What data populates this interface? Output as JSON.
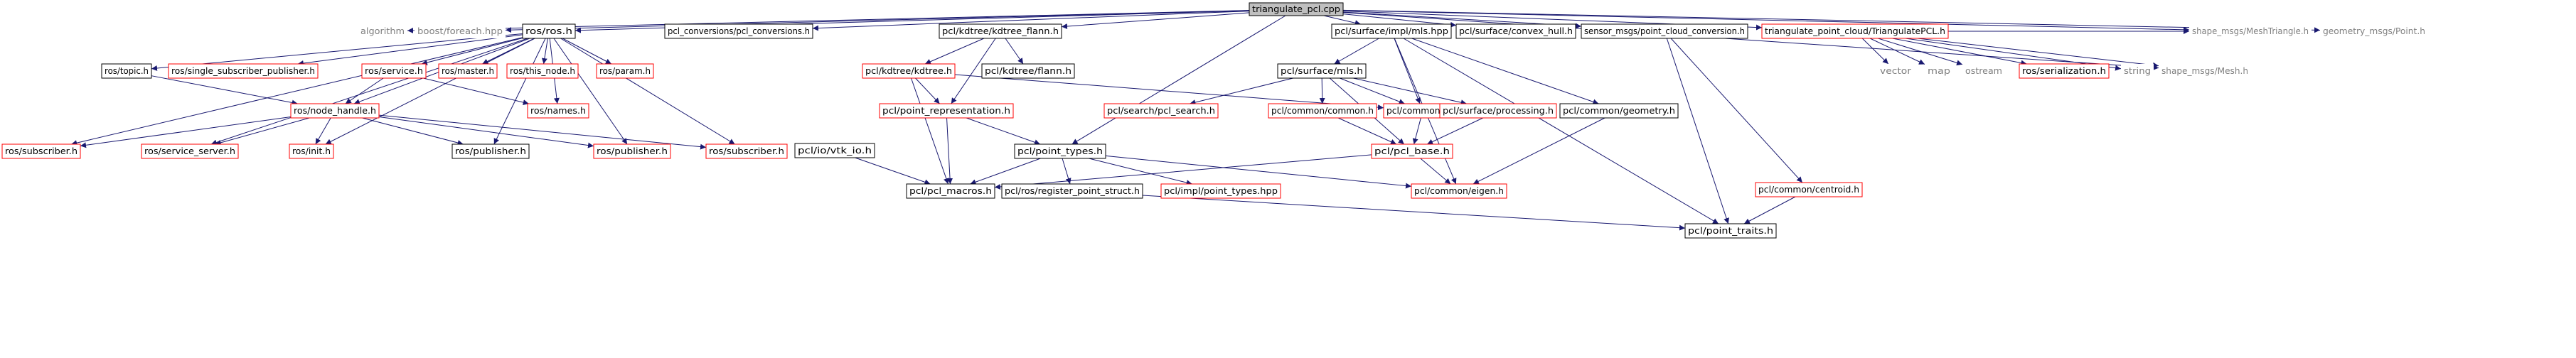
{
  "colors": {
    "edge": "#191970",
    "black_border": "#000000",
    "red_border": "#ff0000",
    "gray_border": "#bfbfbf",
    "root_fill": "#bfbfbf",
    "black_text": "#000000",
    "gray_text": "#7f7f7f"
  },
  "nodes": [
    {
      "id": "root",
      "label": "triangulate_pcl.cpp",
      "style": "root"
    },
    {
      "id": "algorithm",
      "label": "algorithm",
      "style": "gray"
    },
    {
      "id": "boost_foreach",
      "label": "boost/foreach.hpp",
      "style": "gray"
    },
    {
      "id": "ros_ros",
      "label": "ros/ros.h",
      "style": "black"
    },
    {
      "id": "pcl_conv",
      "label": "pcl_conversions/pcl_conversions.h",
      "style": "black"
    },
    {
      "id": "kdtree_flann",
      "label": "pcl/kdtree/kdtree_flann.h",
      "style": "black"
    },
    {
      "id": "mls_hpp",
      "label": "pcl/surface/impl/mls.hpp",
      "style": "black"
    },
    {
      "id": "convex_hull",
      "label": "pcl/surface/convex_hull.h",
      "style": "black"
    },
    {
      "id": "sensor_pc",
      "label": "sensor_msgs/point_cloud_conversion.h",
      "style": "black"
    },
    {
      "id": "tri_pcl_h",
      "label": "triangulate_point_cloud/TriangulatePCL.h",
      "style": "red"
    },
    {
      "id": "mesh_triangle",
      "label": "shape_msgs/MeshTriangle.h",
      "style": "gray"
    },
    {
      "id": "geometry_point",
      "label": "geometry_msgs/Point.h",
      "style": "gray"
    },
    {
      "id": "ros_topic",
      "label": "ros/topic.h",
      "style": "black"
    },
    {
      "id": "single_sub_pub",
      "label": "ros/single_subscriber_publisher.h",
      "style": "red"
    },
    {
      "id": "ros_service",
      "label": "ros/service.h",
      "style": "red"
    },
    {
      "id": "ros_master",
      "label": "ros/master.h",
      "style": "red"
    },
    {
      "id": "ros_this_node",
      "label": "ros/this_node.h",
      "style": "red"
    },
    {
      "id": "ros_param",
      "label": "ros/param.h",
      "style": "red"
    },
    {
      "id": "kdtree_kdtree",
      "label": "pcl/kdtree/kdtree.h",
      "style": "red"
    },
    {
      "id": "flann",
      "label": "pcl/kdtree/flann.h",
      "style": "black"
    },
    {
      "id": "mls_h",
      "label": "pcl/surface/mls.h",
      "style": "black"
    },
    {
      "id": "vector",
      "label": "vector",
      "style": "gray"
    },
    {
      "id": "map",
      "label": "map",
      "style": "gray"
    },
    {
      "id": "ostream",
      "label": "ostream",
      "style": "gray"
    },
    {
      "id": "serialization",
      "label": "ros/serialization.h",
      "style": "red"
    },
    {
      "id": "string",
      "label": "string",
      "style": "gray"
    },
    {
      "id": "shape_mesh",
      "label": "shape_msgs/Mesh.h",
      "style": "gray"
    },
    {
      "id": "node_handle",
      "label": "ros/node_handle.h",
      "style": "red"
    },
    {
      "id": "ros_names",
      "label": "ros/names.h",
      "style": "red"
    },
    {
      "id": "point_repr",
      "label": "pcl/point_representation.h",
      "style": "red"
    },
    {
      "id": "search",
      "label": "pcl/search/pcl_search.h",
      "style": "red"
    },
    {
      "id": "common_common",
      "label": "pcl/common/common.h",
      "style": "red"
    },
    {
      "id": "common_io",
      "label": "pcl/common/io.h",
      "style": "red"
    },
    {
      "id": "processing",
      "label": "pcl/surface/processing.h",
      "style": "red"
    },
    {
      "id": "geometry",
      "label": "pcl/common/geometry.h",
      "style": "black"
    },
    {
      "id": "vtk_io",
      "label": "pcl/io/vtk_io.h",
      "style": "black"
    },
    {
      "id": "ros_subscriber_l",
      "label": "ros/subscriber.h",
      "style": "red"
    },
    {
      "id": "service_server",
      "label": "ros/service_server.h",
      "style": "red"
    },
    {
      "id": "ros_init",
      "label": "ros/init.h",
      "style": "red"
    },
    {
      "id": "ros_publisher_b",
      "label": "ros/publisher.h",
      "style": "black"
    },
    {
      "id": "ros_publisher_r",
      "label": "ros/publisher.h",
      "style": "red"
    },
    {
      "id": "ros_subscriber_r",
      "label": "ros/subscriber.h",
      "style": "red"
    },
    {
      "id": "point_types",
      "label": "pcl/point_types.h",
      "style": "black"
    },
    {
      "id": "pcl_base",
      "label": "pcl/pcl_base.h",
      "style": "red"
    },
    {
      "id": "centroid",
      "label": "pcl/common/centroid.h",
      "style": "red"
    },
    {
      "id": "pcl_macros",
      "label": "pcl/pcl_macros.h",
      "style": "black"
    },
    {
      "id": "register_ps",
      "label": "pcl/ros/register_point_struct.h",
      "style": "black"
    },
    {
      "id": "impl_pt",
      "label": "pcl/impl/point_types.hpp",
      "style": "red"
    },
    {
      "id": "eigen",
      "label": "pcl/common/eigen.h",
      "style": "red"
    },
    {
      "id": "point_traits",
      "label": "pcl/point_traits.h",
      "style": "black"
    }
  ],
  "edges": [
    [
      "root",
      "algorithm"
    ],
    [
      "root",
      "boost_foreach"
    ],
    [
      "root",
      "ros_ros"
    ],
    [
      "root",
      "pcl_conv"
    ],
    [
      "root",
      "kdtree_flann"
    ],
    [
      "root",
      "mls_hpp"
    ],
    [
      "root",
      "convex_hull"
    ],
    [
      "root",
      "sensor_pc"
    ],
    [
      "root",
      "tri_pcl_h"
    ],
    [
      "root",
      "mesh_triangle"
    ],
    [
      "root",
      "geometry_point"
    ],
    [
      "root",
      "shape_mesh"
    ],
    [
      "root",
      "point_types"
    ],
    [
      "ros_ros",
      "ros_topic"
    ],
    [
      "ros_ros",
      "single_sub_pub"
    ],
    [
      "ros_ros",
      "ros_service"
    ],
    [
      "ros_ros",
      "ros_master"
    ],
    [
      "ros_ros",
      "ros_this_node"
    ],
    [
      "ros_ros",
      "ros_param"
    ],
    [
      "ros_ros",
      "node_handle"
    ],
    [
      "ros_ros",
      "ros_names"
    ],
    [
      "ros_ros",
      "ros_subscriber_l"
    ],
    [
      "ros_ros",
      "service_server"
    ],
    [
      "ros_ros",
      "ros_init"
    ],
    [
      "ros_ros",
      "ros_publisher_b"
    ],
    [
      "ros_ros",
      "ros_publisher_r"
    ],
    [
      "ros_ros",
      "ros_subscriber_r"
    ],
    [
      "ros_topic",
      "node_handle"
    ],
    [
      "ros_service",
      "node_handle"
    ],
    [
      "ros_service",
      "ros_names"
    ],
    [
      "node_handle",
      "ros_subscriber_l"
    ],
    [
      "node_handle",
      "service_server"
    ],
    [
      "node_handle",
      "ros_init"
    ],
    [
      "node_handle",
      "ros_publisher_b"
    ],
    [
      "node_handle",
      "ros_publisher_r"
    ],
    [
      "node_handle",
      "ros_subscriber_r"
    ],
    [
      "kdtree_flann",
      "kdtree_kdtree"
    ],
    [
      "kdtree_flann",
      "flann"
    ],
    [
      "kdtree_flann",
      "point_repr"
    ],
    [
      "kdtree_kdtree",
      "point_repr"
    ],
    [
      "kdtree_kdtree",
      "common_io"
    ],
    [
      "kdtree_kdtree",
      "pcl_macros"
    ],
    [
      "point_repr",
      "point_types"
    ],
    [
      "point_repr",
      "pcl_macros"
    ],
    [
      "mls_hpp",
      "mls_h"
    ],
    [
      "mls_hpp",
      "common_io"
    ],
    [
      "mls_hpp",
      "geometry"
    ],
    [
      "mls_hpp",
      "eigen"
    ],
    [
      "mls_hpp",
      "point_traits"
    ],
    [
      "mls_h",
      "search"
    ],
    [
      "mls_h",
      "common_common"
    ],
    [
      "mls_h",
      "common_io"
    ],
    [
      "mls_h",
      "processing"
    ],
    [
      "mls_h",
      "pcl_base"
    ],
    [
      "common_common",
      "pcl_base"
    ],
    [
      "common_io",
      "pcl_base"
    ],
    [
      "processing",
      "pcl_base"
    ],
    [
      "geometry",
      "eigen"
    ],
    [
      "pcl_base",
      "pcl_macros"
    ],
    [
      "pcl_base",
      "eigen"
    ],
    [
      "vtk_io",
      "pcl_macros"
    ],
    [
      "point_types",
      "pcl_macros"
    ],
    [
      "point_types",
      "register_ps"
    ],
    [
      "point_types",
      "impl_pt"
    ],
    [
      "point_types",
      "eigen"
    ],
    [
      "register_ps",
      "point_traits"
    ],
    [
      "sensor_pc",
      "point_traits"
    ],
    [
      "sensor_pc",
      "centroid"
    ],
    [
      "centroid",
      "point_traits"
    ],
    [
      "tri_pcl_h",
      "vector"
    ],
    [
      "tri_pcl_h",
      "map"
    ],
    [
      "tri_pcl_h",
      "ostream"
    ],
    [
      "tri_pcl_h",
      "serialization"
    ],
    [
      "tri_pcl_h",
      "string"
    ],
    [
      "tri_pcl_h",
      "shape_mesh"
    ],
    [
      "tri_pcl_h",
      "mesh_triangle"
    ]
  ]
}
